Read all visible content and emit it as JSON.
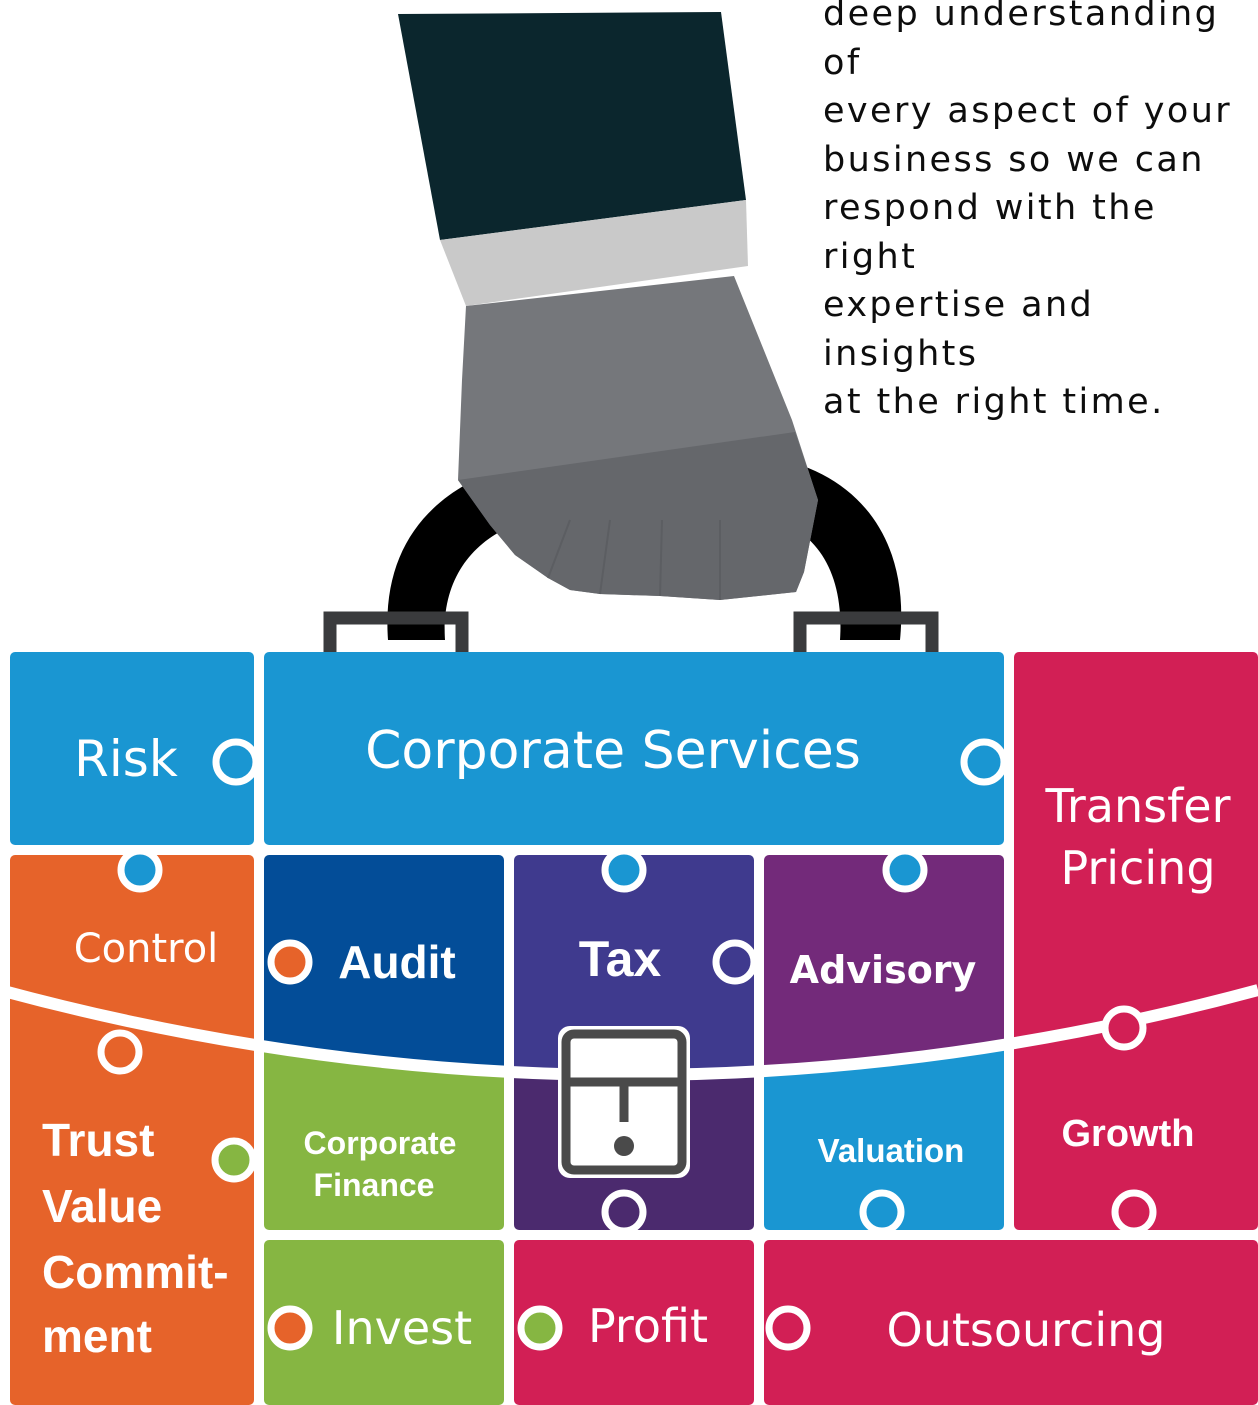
{
  "intro_text": "deep understanding of\nevery aspect of your\nbusiness so we can\nrespond with the right\nexpertise and insights\nat the right time.",
  "colors": {
    "cyan": "#1a96d2",
    "red": "#d21f55",
    "orange": "#e6632a",
    "navy": "#034d98",
    "indigo": "#3f3a8e",
    "purple": "#732a7a",
    "green": "#86b642",
    "dark_indigo": "#4b2a6e",
    "jacket": "#0b262d",
    "cuff": "#c9c9c9",
    "hand": "#75777b",
    "handle": "#000000"
  },
  "pieces": {
    "risk": "Risk",
    "corporate_services": "Corporate Services",
    "transfer_pricing_1": "Transfer",
    "transfer_pricing_2": "Pricing",
    "control": "Control",
    "audit": "Audit",
    "tax": "Tax",
    "advisory": "Advisory",
    "trust_1": "Trust",
    "trust_2": "Value",
    "trust_3": "Commit-",
    "trust_4": "ment",
    "corporate_finance_1": "Corporate",
    "corporate_finance_2": "Finance",
    "valuation": "Valuation",
    "growth": "Growth",
    "invest": "Invest",
    "profit": "Profit",
    "outsourcing": "Outsourcing"
  }
}
